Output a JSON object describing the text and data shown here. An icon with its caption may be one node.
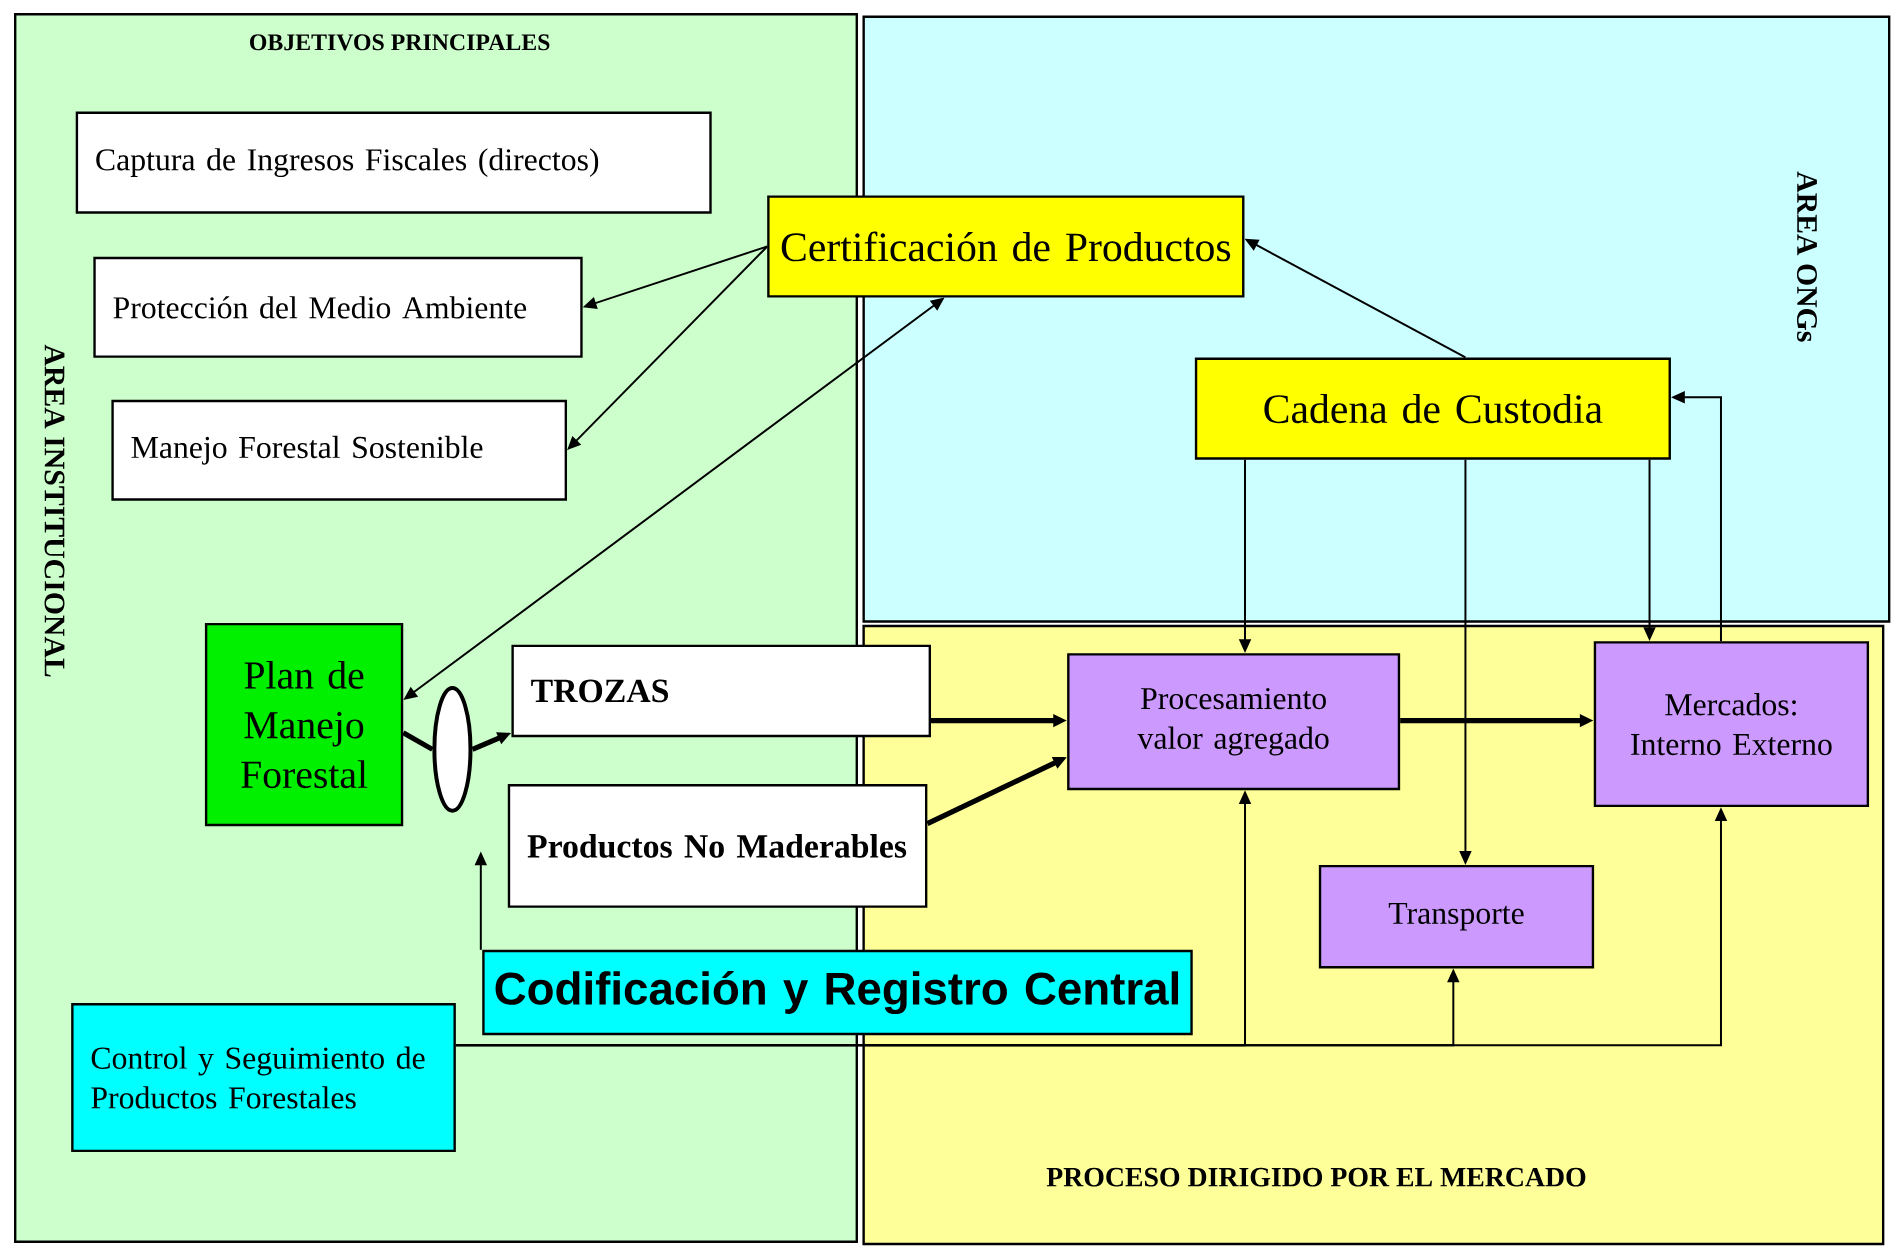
{
  "diagram": {
    "nodes": [
      {
        "text": [
          "OBJETIVOS PRINCIPALES",
          "AREA INSTITUCIONAL"
        ]
      },
      {
        "text": [
          "Captura de Ingresos Fiscales (directos)"
        ],
        "in": 0
      },
      {
        "text": [
          "Protección del Medio Ambiente"
        ],
        "in": 0
      },
      {
        "text": [
          "Manejo Forestal Sostenible"
        ],
        "in": 0
      },
      {
        "text": [
          "AREA ONGs"
        ]
      },
      {
        "text": [
          "Certificación de Productos"
        ]
      },
      {
        "text": [
          "Cadena de Custodia"
        ],
        "in": 4
      },
      {
        "text": [
          "Plan de Manejo Forestal"
        ],
        "in": 0
      },
      {
        "text": [],
        "shape": "ellipse",
        "in": 0
      },
      {
        "text": [
          "TROZAS"
        ]
      },
      {
        "text": [
          "Productos No Maderables"
        ]
      },
      {
        "text": [
          "PROCESO DIRIGIDO POR EL MERCADO"
        ]
      },
      {
        "text": [
          "Procesamiento valor agregado"
        ],
        "in": 11
      },
      {
        "text": [
          "Mercados: Interno Externo"
        ],
        "in": 11
      },
      {
        "text": [
          "Transporte"
        ],
        "in": 11
      },
      {
        "text": [
          "Codificación y Registro Central"
        ]
      },
      {
        "text": [
          "Control y Seguimiento de Productos Forestales"
        ],
        "in": 0
      }
    ],
    "edges": [
      {
        "from": 5,
        "to": 2,
        "arrow": "to"
      },
      {
        "from": 5,
        "to": 3,
        "arrow": "to"
      },
      {
        "from": 7,
        "to": 5,
        "arrow": "both"
      },
      {
        "from": 6,
        "to": 5,
        "arrow": "to"
      },
      {
        "from": 6,
        "to": 12,
        "arrow": "to"
      },
      {
        "from": 6,
        "to": 14,
        "arrow": "to"
      },
      {
        "from": 6,
        "to": 13,
        "arrow": "to"
      },
      {
        "from": 13,
        "to": 6,
        "arrow": "to"
      },
      {
        "from": 7,
        "to": 8,
        "arrow": "none",
        "style": "thick"
      },
      {
        "from": 8,
        "to": 9,
        "arrow": "to",
        "style": "thick"
      },
      {
        "from": 9,
        "to": 12,
        "arrow": "to",
        "style": "thick"
      },
      {
        "from": 10,
        "to": 12,
        "arrow": "to",
        "style": "thick"
      },
      {
        "from": 12,
        "to": 13,
        "arrow": "to",
        "style": "thick"
      },
      {
        "from": 15,
        "to": null,
        "arrow": "to"
      },
      {
        "from": 16,
        "to": 12,
        "arrow": "to"
      },
      {
        "from": 16,
        "to": 14,
        "arrow": "to"
      },
      {
        "from": 16,
        "to": 13,
        "arrow": "to"
      }
    ]
  }
}
